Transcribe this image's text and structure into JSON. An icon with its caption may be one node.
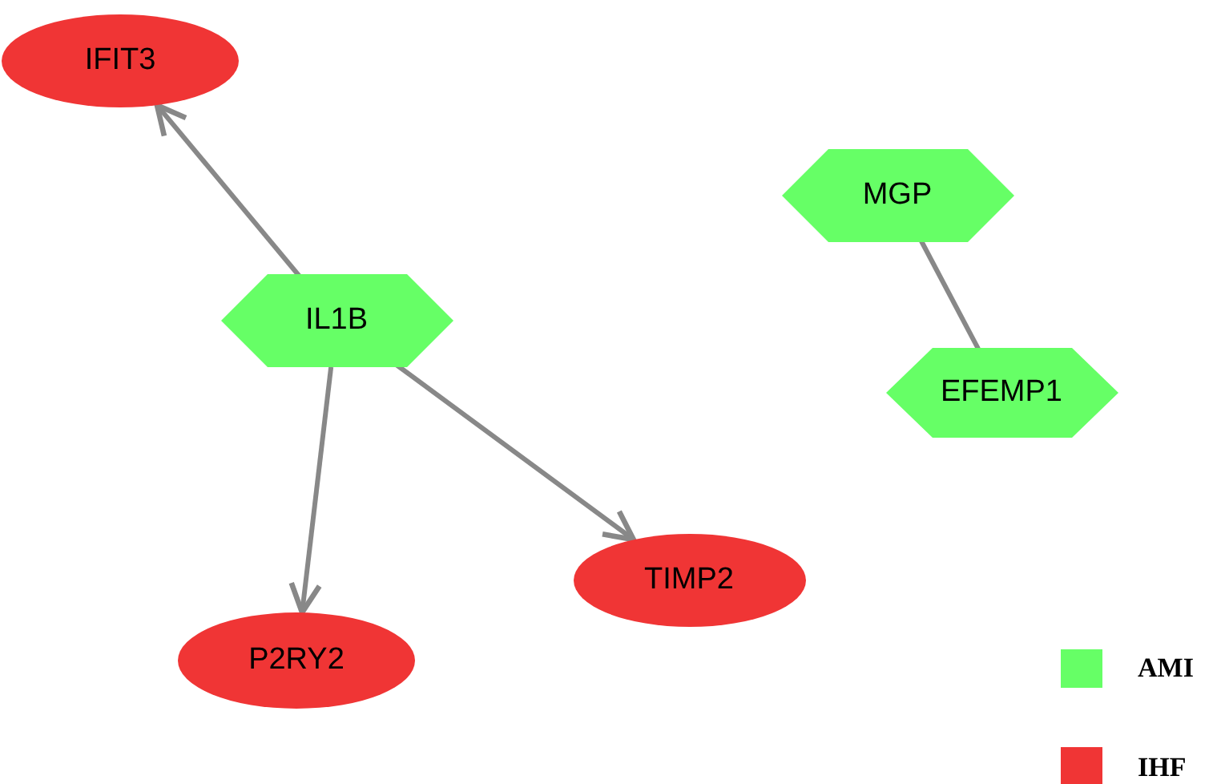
{
  "diagram": {
    "nodes": [
      {
        "text": [
          "IFIT3"
        ]
      },
      {
        "text": [
          "IL1B"
        ]
      },
      {
        "text": [
          "P2RY2"
        ]
      },
      {
        "text": [
          "TIMP2"
        ]
      },
      {
        "text": [
          "MGP"
        ]
      },
      {
        "text": [
          "EFEMP1"
        ]
      }
    ],
    "edges": [
      {
        "from": 1,
        "to": 0,
        "arrow": "to"
      },
      {
        "from": 1,
        "to": 2,
        "arrow": "to"
      },
      {
        "from": 1,
        "to": 3,
        "arrow": "to"
      },
      {
        "from": 4,
        "to": 5,
        "arrow": "none"
      }
    ],
    "legend": [
      {
        "text": "AMI",
        "color": "#66ff66"
      },
      {
        "text": "IHF",
        "color": "#f03535"
      }
    ]
  }
}
